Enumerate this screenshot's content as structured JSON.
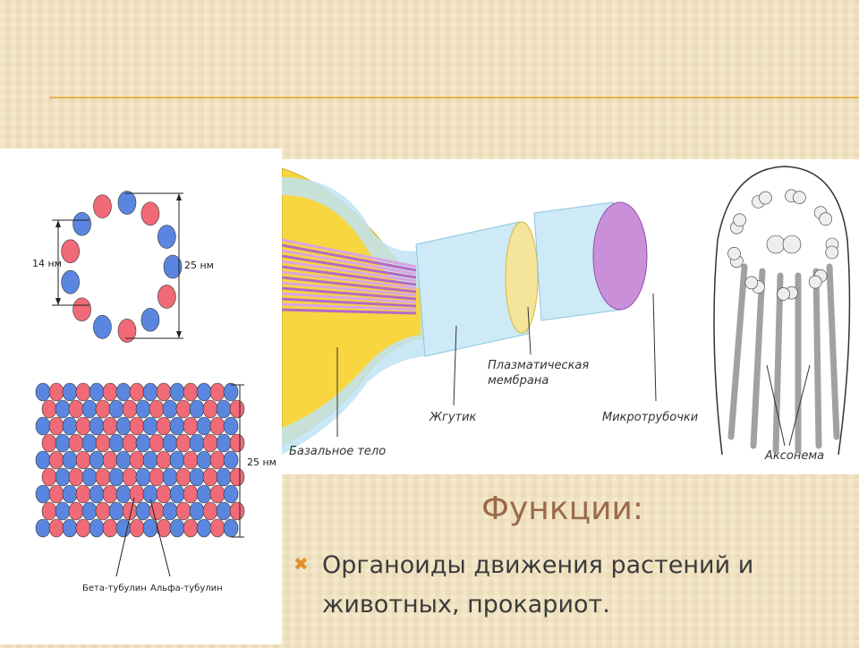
{
  "slide": {
    "heading": "Функции:",
    "bullet_text": "Органоиды движения растений и животных, прокариот.",
    "accent_color": "#e7b24e",
    "heading_color": "#9b6a4b",
    "bullet_icon": "x-bullet-icon"
  },
  "figure_left": {
    "inner_diameter": "14 нм",
    "outer_diameter": "25 нм",
    "tube_diameter": "25 нм",
    "beta_label": "Бета-тубулин",
    "alpha_label": "Альфа-тубулин",
    "alpha_color": "#f06a78",
    "beta_color": "#5a86e0"
  },
  "figure_mid": {
    "membrane_label": "Плазматическая мембрана",
    "membrane_line1": "Плазматическая",
    "membrane_line2": "мембрана",
    "flagellum_label": "Жгутик",
    "microtubules_label": "Микротрубочки",
    "basal_body_label": "Базальное тело"
  },
  "figure_right": {
    "axoneme_label": "Аксонема"
  }
}
